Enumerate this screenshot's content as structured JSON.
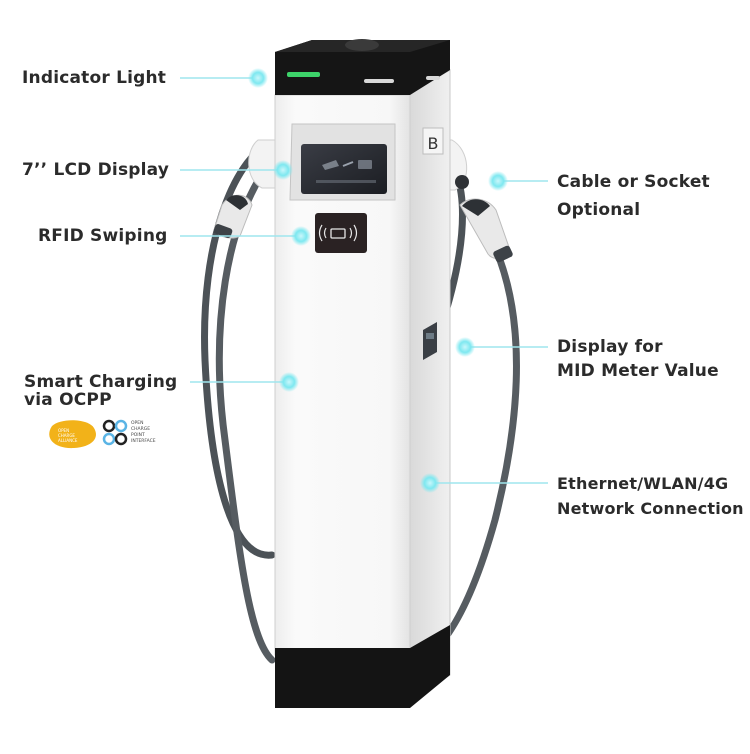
{
  "callouts": {
    "indicator_light": "Indicator Light",
    "lcd_display": "7’’ LCD Display",
    "rfid": "RFID Swiping",
    "smart_charging_line1": "Smart Charging",
    "smart_charging_line2": "via OCPP",
    "cable_socket_line1": "Cable or Socket",
    "cable_socket_line2": "Optional",
    "mid_meter_line1": "Display for",
    "mid_meter_line2": "MID Meter Value",
    "network_line1": "Ethernet/WLAN/4G",
    "network_line2": "Network Connection"
  },
  "charger": {
    "side_badge": "B"
  },
  "logos": {
    "oca_line1": "OPEN",
    "oca_line2": "CHARGE",
    "oca_line3": "ALLIANCE",
    "ocpp_line1": "OPEN",
    "ocpp_line2": "CHARGE",
    "ocpp_line3": "POINT",
    "ocpp_line4": "INTERFACE"
  },
  "colors": {
    "label_text": "#2b2b2b",
    "callout_dot": "#7ee8f0",
    "callout_line": "#9fe6ee",
    "indicator_green": "#3dd36a",
    "oca_logo": "#f2b219",
    "ocpp_logo": "#5ab4e5"
  }
}
